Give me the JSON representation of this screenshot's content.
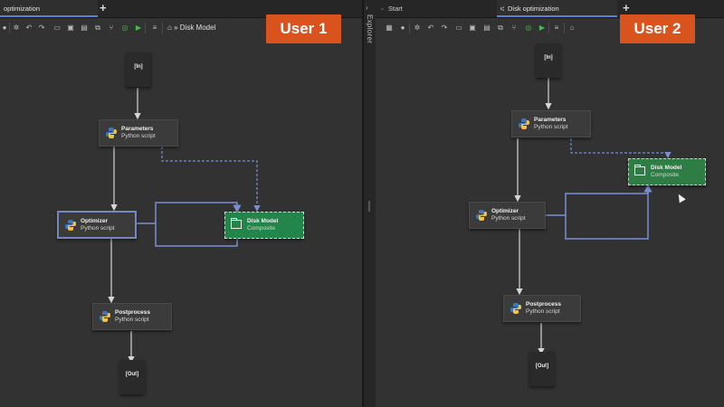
{
  "left": {
    "tabs": [
      {
        "label": "optimization"
      }
    ],
    "breadcrumb": "Disk Model",
    "badge": "User 1",
    "nodes": {
      "in": "[In]",
      "out": "[Out]",
      "parameters": {
        "title": "Parameters",
        "subtitle": "Python script"
      },
      "optimizer": {
        "title": "Optimizer",
        "subtitle": "Python script"
      },
      "disk_model": {
        "title": "Disk Model",
        "subtitle": "Composite"
      },
      "postprocess": {
        "title": "Postprocess",
        "subtitle": "Python script"
      }
    }
  },
  "explorer_label": "Explorer",
  "right": {
    "tabs": [
      {
        "label": "Start"
      },
      {
        "label": "Disk optimization"
      }
    ],
    "badge": "User 2",
    "nodes": {
      "in": "[In]",
      "out": "[Out]",
      "parameters": {
        "title": "Parameters",
        "subtitle": "Python script"
      },
      "optimizer": {
        "title": "Optimizer",
        "subtitle": "Python script"
      },
      "disk_model": {
        "title": "Disk Model",
        "subtitle": "Composite"
      },
      "postprocess": {
        "title": "Postprocess",
        "subtitle": "Python script"
      }
    }
  },
  "colors": {
    "accent": "#5e7fd6",
    "badge": "#d9531e",
    "composite": "#22864a",
    "edge": "#7a8fd0",
    "run": "#3fbf4a"
  }
}
